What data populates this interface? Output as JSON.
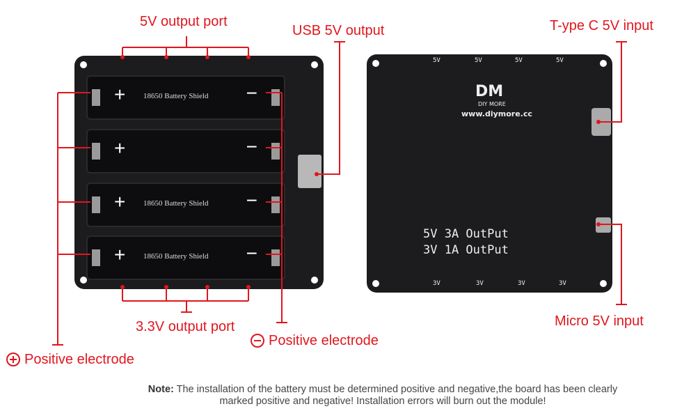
{
  "labels": {
    "output_5v": "5V output port",
    "usb_5v_output": "USB 5V output",
    "typec_input": "T-ype C 5V input",
    "micro_input": "Micro 5V input",
    "output_33v": "3.3V output port",
    "negative_electrode": "Positive electrode",
    "positive_electrode": "Positive electrode"
  },
  "board_front": {
    "slot_text": [
      "18650 Battery Shield",
      "",
      "18650 Battery Shield",
      "18650 Battery Shield"
    ]
  },
  "board_back": {
    "logo": "DM",
    "brand": "DIY MORE",
    "url": "www.diymore.cc",
    "line1": "5V 3A OutPut",
    "line2": "3V 1A OutPut",
    "port_top": "5V",
    "port_bottom": "3V"
  },
  "note": {
    "prefix": "Note:",
    "text": "The installation of the battery must be determined positive and negative,the board has been clearly marked positive and negative! Installation errors will burn out the module!"
  },
  "colors": {
    "annotation": "#e0161e",
    "board": "#1c1c1e"
  }
}
